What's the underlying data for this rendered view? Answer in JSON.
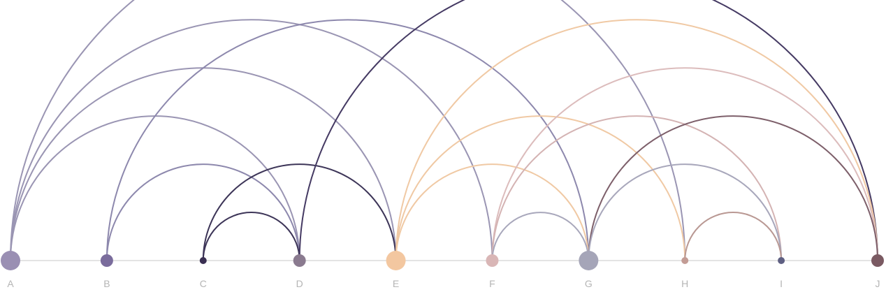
{
  "chart_data": {
    "type": "arc",
    "nodes": [
      {
        "id": "A",
        "label": "A",
        "color": "#9a8fb3",
        "size": 3
      },
      {
        "id": "B",
        "label": "B",
        "color": "#7a6c9c",
        "size": 2
      },
      {
        "id": "C",
        "label": "C",
        "color": "#3a2f52",
        "size": 1
      },
      {
        "id": "D",
        "label": "D",
        "color": "#8a7a8f",
        "size": 2
      },
      {
        "id": "E",
        "label": "E",
        "color": "#f3c7a0",
        "size": 3
      },
      {
        "id": "F",
        "label": "F",
        "color": "#d9b6b6",
        "size": 2
      },
      {
        "id": "G",
        "label": "G",
        "color": "#a5a5b8",
        "size": 3
      },
      {
        "id": "H",
        "label": "H",
        "color": "#c39c95",
        "size": 1
      },
      {
        "id": "I",
        "label": "I",
        "color": "#5e5f82",
        "size": 1
      },
      {
        "id": "J",
        "label": "J",
        "color": "#7a5a62",
        "size": 2
      }
    ],
    "links": [
      {
        "source": "A",
        "target": "H",
        "color": "#9a95b3"
      },
      {
        "source": "A",
        "target": "F",
        "color": "#9a95b3"
      },
      {
        "source": "A",
        "target": "E",
        "color": "#9a95b3"
      },
      {
        "source": "A",
        "target": "D",
        "color": "#9a95b3"
      },
      {
        "source": "B",
        "target": "G",
        "color": "#8d88ad"
      },
      {
        "source": "B",
        "target": "D",
        "color": "#8d88ad"
      },
      {
        "source": "C",
        "target": "E",
        "color": "#3d3558"
      },
      {
        "source": "C",
        "target": "D",
        "color": "#3d3558"
      },
      {
        "source": "D",
        "target": "J",
        "color": "#453a63"
      },
      {
        "source": "E",
        "target": "J",
        "color": "#f0c9a4"
      },
      {
        "source": "E",
        "target": "H",
        "color": "#f0c9a4"
      },
      {
        "source": "E",
        "target": "G",
        "color": "#f0c9a4"
      },
      {
        "source": "F",
        "target": "J",
        "color": "#dcbcbc"
      },
      {
        "source": "F",
        "target": "I",
        "color": "#d4b3b3"
      },
      {
        "source": "F",
        "target": "G",
        "color": "#a8a7bb"
      },
      {
        "source": "G",
        "target": "J",
        "color": "#7d5f6a"
      },
      {
        "source": "G",
        "target": "I",
        "color": "#a8a7bb"
      },
      {
        "source": "H",
        "target": "I",
        "color": "#b99893"
      }
    ],
    "baseline_color": "#dcdcdc",
    "label_color": "#b5b5b5"
  }
}
